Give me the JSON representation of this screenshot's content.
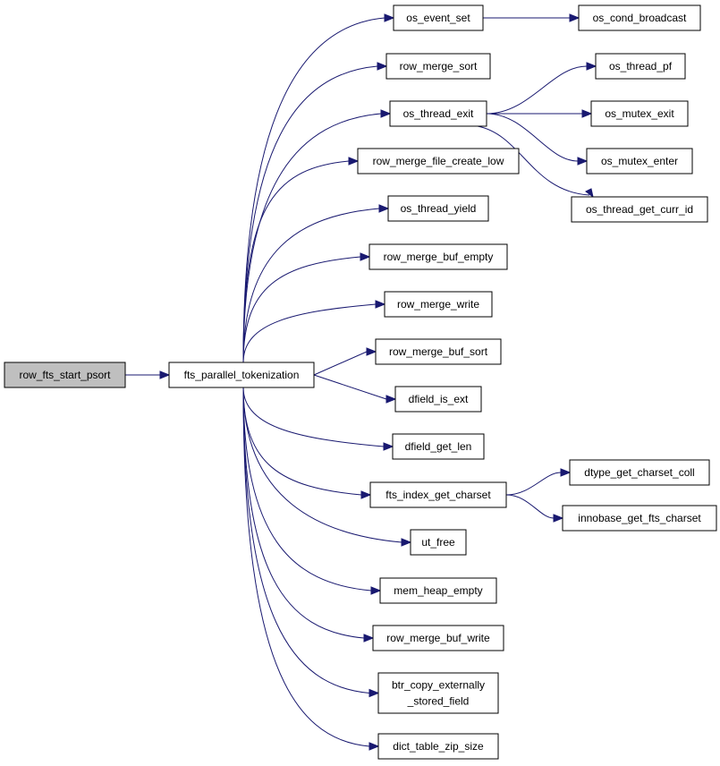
{
  "graph": {
    "root": "row_fts_start_psort",
    "colors": {
      "edge": "#191970",
      "root_fill": "#bfbfbf",
      "node_fill": "#ffffff",
      "node_stroke": "#000000"
    },
    "nodes": [
      {
        "id": "row_fts_start_psort",
        "lines": [
          "row_fts_start_psort"
        ]
      },
      {
        "id": "fts_parallel_tokenization",
        "lines": [
          "fts_parallel_tokenization"
        ]
      },
      {
        "id": "os_event_set",
        "lines": [
          "os_event_set"
        ]
      },
      {
        "id": "os_cond_broadcast",
        "lines": [
          "os_cond_broadcast"
        ]
      },
      {
        "id": "row_merge_sort",
        "lines": [
          "row_merge_sort"
        ]
      },
      {
        "id": "os_thread_exit",
        "lines": [
          "os_thread_exit"
        ]
      },
      {
        "id": "os_thread_pf",
        "lines": [
          "os_thread_pf"
        ]
      },
      {
        "id": "os_mutex_exit",
        "lines": [
          "os_mutex_exit"
        ]
      },
      {
        "id": "os_mutex_enter",
        "lines": [
          "os_mutex_enter"
        ]
      },
      {
        "id": "os_thread_get_curr_id",
        "lines": [
          "os_thread_get_curr_id"
        ]
      },
      {
        "id": "row_merge_file_create_low",
        "lines": [
          "row_merge_file_create_low"
        ]
      },
      {
        "id": "os_thread_yield",
        "lines": [
          "os_thread_yield"
        ]
      },
      {
        "id": "row_merge_buf_empty",
        "lines": [
          "row_merge_buf_empty"
        ]
      },
      {
        "id": "row_merge_write",
        "lines": [
          "row_merge_write"
        ]
      },
      {
        "id": "row_merge_buf_sort",
        "lines": [
          "row_merge_buf_sort"
        ]
      },
      {
        "id": "dfield_is_ext",
        "lines": [
          "dfield_is_ext"
        ]
      },
      {
        "id": "dfield_get_len",
        "lines": [
          "dfield_get_len"
        ]
      },
      {
        "id": "fts_index_get_charset",
        "lines": [
          "fts_index_get_charset"
        ]
      },
      {
        "id": "dtype_get_charset_coll",
        "lines": [
          "dtype_get_charset_coll"
        ]
      },
      {
        "id": "innobase_get_fts_charset",
        "lines": [
          "innobase_get_fts_charset"
        ]
      },
      {
        "id": "ut_free",
        "lines": [
          "ut_free"
        ]
      },
      {
        "id": "mem_heap_empty",
        "lines": [
          "mem_heap_empty"
        ]
      },
      {
        "id": "row_merge_buf_write",
        "lines": [
          "row_merge_buf_write"
        ]
      },
      {
        "id": "btr_copy_externally_stored_field",
        "lines": [
          "btr_copy_externally",
          "_stored_field"
        ]
      },
      {
        "id": "dict_table_zip_size",
        "lines": [
          "dict_table_zip_size"
        ]
      }
    ],
    "edges": [
      [
        "row_fts_start_psort",
        "fts_parallel_tokenization"
      ],
      [
        "fts_parallel_tokenization",
        "os_event_set"
      ],
      [
        "fts_parallel_tokenization",
        "row_merge_sort"
      ],
      [
        "fts_parallel_tokenization",
        "os_thread_exit"
      ],
      [
        "fts_parallel_tokenization",
        "row_merge_file_create_low"
      ],
      [
        "fts_parallel_tokenization",
        "os_thread_yield"
      ],
      [
        "fts_parallel_tokenization",
        "row_merge_buf_empty"
      ],
      [
        "fts_parallel_tokenization",
        "row_merge_write"
      ],
      [
        "fts_parallel_tokenization",
        "row_merge_buf_sort"
      ],
      [
        "fts_parallel_tokenization",
        "dfield_is_ext"
      ],
      [
        "fts_parallel_tokenization",
        "dfield_get_len"
      ],
      [
        "fts_parallel_tokenization",
        "fts_index_get_charset"
      ],
      [
        "fts_parallel_tokenization",
        "ut_free"
      ],
      [
        "fts_parallel_tokenization",
        "mem_heap_empty"
      ],
      [
        "fts_parallel_tokenization",
        "row_merge_buf_write"
      ],
      [
        "fts_parallel_tokenization",
        "btr_copy_externally_stored_field"
      ],
      [
        "fts_parallel_tokenization",
        "dict_table_zip_size"
      ],
      [
        "os_event_set",
        "os_cond_broadcast"
      ],
      [
        "os_thread_exit",
        "os_thread_pf"
      ],
      [
        "os_thread_exit",
        "os_mutex_exit"
      ],
      [
        "os_thread_exit",
        "os_mutex_enter"
      ],
      [
        "os_thread_exit",
        "os_thread_get_curr_id"
      ],
      [
        "fts_index_get_charset",
        "dtype_get_charset_coll"
      ],
      [
        "fts_index_get_charset",
        "innobase_get_fts_charset"
      ]
    ]
  }
}
